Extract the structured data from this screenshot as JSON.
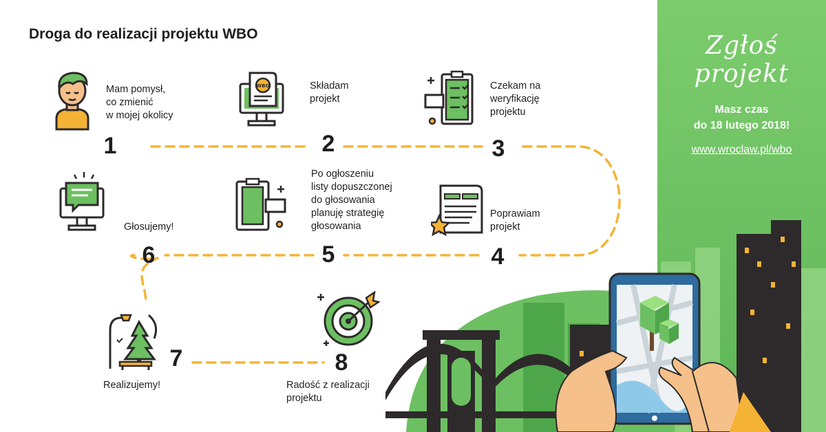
{
  "title": "Droga do realizacji projektu WBO",
  "steps": [
    {
      "number": "1",
      "text": "Mam pomysł,\nco zmienić\nw mojej okolicy",
      "icon": "person-idea-icon"
    },
    {
      "number": "2",
      "text": "Składam\nprojekt",
      "icon": "monitor-document-icon"
    },
    {
      "number": "3",
      "text": "Czekam na\nweryfikację\nprojektu",
      "icon": "clipboard-checklist-icon"
    },
    {
      "number": "4",
      "text": "Poprawiam\nprojekt",
      "icon": "document-star-icon"
    },
    {
      "number": "5",
      "text": "Po ogłoszeniu\nlisty dopuszczonej\ndo głosowania\nplanuję strategię\ngłosowania",
      "icon": "clipboard-plan-icon"
    },
    {
      "number": "6",
      "text": "Głosujemy!",
      "icon": "monitor-chat-icon"
    },
    {
      "number": "7",
      "text": "Realizujemy!",
      "icon": "park-tree-icon"
    },
    {
      "number": "8",
      "text": "Radość z realizacji\nprojektu",
      "icon": "target-arrow-icon"
    }
  ],
  "panel": {
    "brand": "Zgłoś projekt",
    "deadline": "Masz czas\ndo 18 lutego 2018!",
    "link": "www.wroclaw.pl/wbo"
  },
  "colors": {
    "accent_green": "#6cc061",
    "path_orange": "#f5b335",
    "dark": "#2e2a2b",
    "skin": "#f5c08a"
  }
}
